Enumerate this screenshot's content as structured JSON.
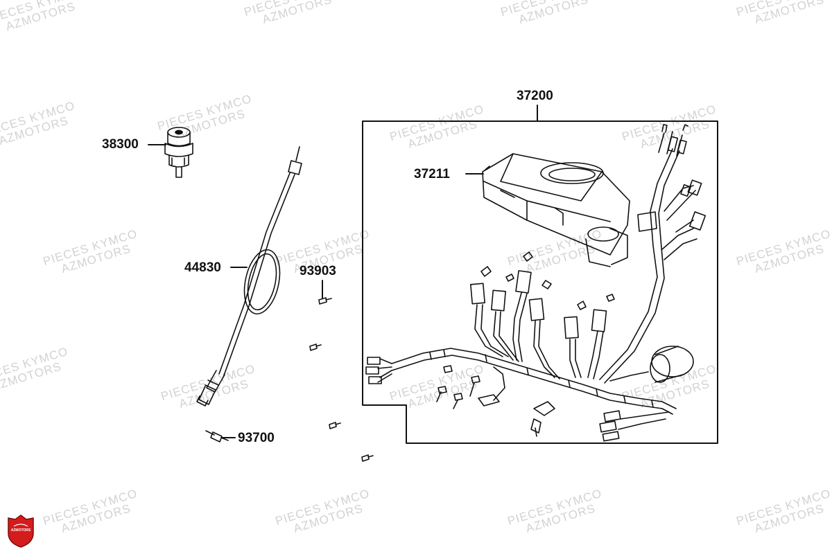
{
  "watermark": {
    "line1": "PIECES KYMCO",
    "line2": "AZMOTORS"
  },
  "callouts": {
    "c37200": "37200",
    "c37211": "37211",
    "c38300": "38300",
    "c44830": "44830",
    "c93903": "93903",
    "c93700": "93700"
  },
  "logo": {
    "text": "AZMOTORS",
    "color": "#d41c1c"
  },
  "colors": {
    "line": "#111111",
    "watermark": "#d2d2d2"
  }
}
